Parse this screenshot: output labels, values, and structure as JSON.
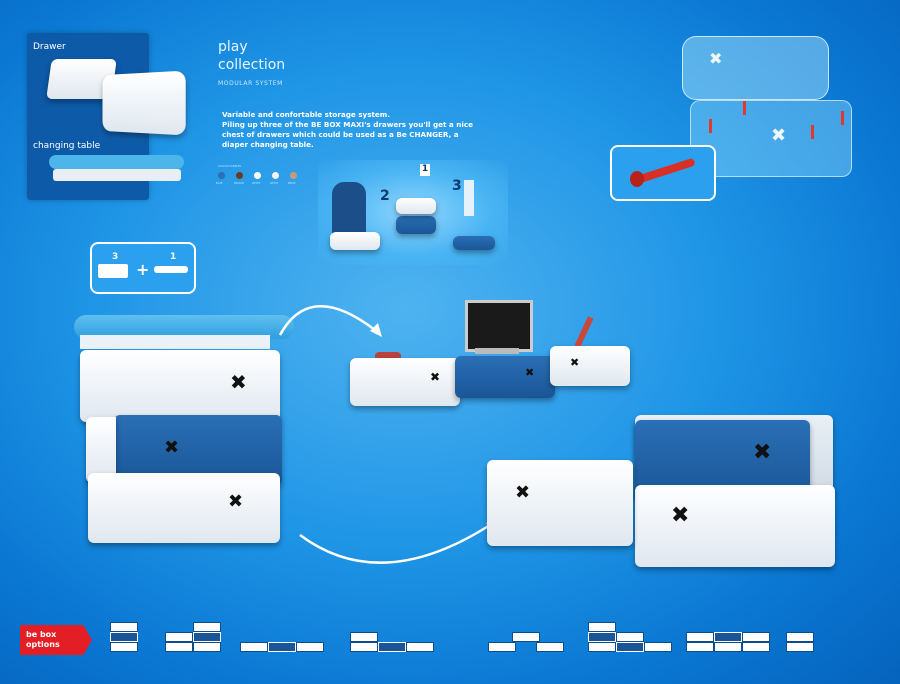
{
  "panel": {
    "drawer_label": "Drawer",
    "changing_label": "changing table"
  },
  "header": {
    "title_line1": "play",
    "title_line2": "collection",
    "subtitle": "MODULAR SYSTEM"
  },
  "description": {
    "line1": "Variable and confortable storage system.",
    "line2": "Piling up three of the BE BOX MAXI's drawers you'll get a nice",
    "line3": "chest of drawers which could be used as a Be CHANGER, a",
    "line4": "diaper changing table."
  },
  "colours": {
    "label": "COLOUR SAMPLES",
    "swatches": [
      {
        "hex": "#2b6fb6",
        "name": "BLUE"
      },
      {
        "hex": "#6b3a22",
        "name": "BROWN"
      },
      {
        "hex": "#ffffff",
        "name": "WHITE"
      },
      {
        "hex": "#f5f5f5",
        "name": "WHITE"
      },
      {
        "hex": "#c89a7a",
        "name": "BEIGE"
      }
    ]
  },
  "steps": {
    "step1": "1",
    "step2": "2",
    "step3": "3"
  },
  "callout_left": {
    "count_left": "3",
    "plus": "+",
    "count_right": "1"
  },
  "marks": {
    "x": "✖"
  },
  "options": {
    "label_line1": "be box",
    "label_line2": "options"
  }
}
